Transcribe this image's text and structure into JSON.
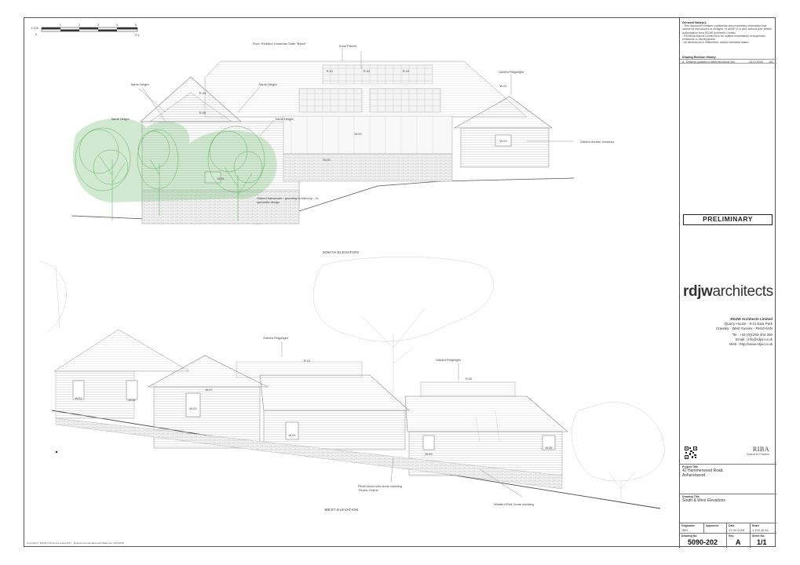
{
  "scale_bar": {
    "ratio_label": "1:100",
    "zero": "0",
    "top_tick_labels": [
      "1",
      "2",
      "3",
      "4",
      "5"
    ],
    "bottom_tick_labels": [
      "0.1"
    ]
  },
  "south": {
    "title": "SOUTH ELEVATION",
    "labels": {
      "roof_note": "Roof: Redland Cambrian Slate \"Black\"",
      "solar": "Solar Panels",
      "gabled_roof": "Gabled Ridgelight",
      "same1": "Same Height",
      "same2": "Same Height",
      "same3": "Same Height",
      "same4": "Same Height",
      "windows": "Gabled dormer windows",
      "glazed": "Glazed balustrade / guarding to balcony – to specialist design",
      "ref_r1": "R.01",
      "ref_r2": "R.02",
      "ref_r3": "R.03",
      "ref_r4": "R.04",
      "ref_r5": "R.05",
      "ref_w1": "W.01",
      "ref_w2": "W.02",
      "ref_w3": "W.03",
      "ref_w4": "W.04",
      "ref_w5": "W.05"
    }
  },
  "west": {
    "title": "WEST ELEVATION",
    "labels": {
      "gabled1": "Gabled Ridgelight",
      "gabled2": "Gabled Ridgelight",
      "plinth": "Plinth faced with stone cladding \"Rustic Grains\"",
      "cedar": "Western Red Cedar cladding",
      "w1": "W.01",
      "w2": "W.02",
      "w3": "W.03",
      "w4": "W.04",
      "w5": "W.05",
      "w6": "W.06",
      "w7": "W.07",
      "r1": "R.01",
      "r2": "R.02"
    }
  },
  "titleblock": {
    "notes_head": "General Note(s):",
    "notes": [
      "- This document contains confidential and proprietary information that cannot be reproduced or divulged, in whole or in part, without prior written authorisation from RDJW Architects Limited.",
      "- RDJW Architects Limited is to be notified immediately of suspected omissions or discrepancies.",
      "- All dimensions in millimetres, unless otherwise stated."
    ],
    "revision_head": "Drawing Revision History:",
    "revision": {
      "rev": "A",
      "desc": "Drawing updated to latest structural info.",
      "date": "18.12.2018",
      "by": "JAC"
    },
    "status": "PRELIMINARY",
    "logo_bold": "rdjw",
    "logo_light": "architects",
    "company_name": "RDJW Architects Limited",
    "address1": "Quarry House · 9-11 East Park",
    "address2": "Crawley · West Sussex · RH10 6AN",
    "tel": "Tel : +44 (0)1293 404 300",
    "email": "Email : info@rdjw.co.uk",
    "web": "Web : http://www.rdjw.co.uk",
    "riba_title": "RIBA",
    "riba_sub": "Chartered Practice",
    "project_head": "Project Title",
    "project_line1": "42 Hammerwood Road,",
    "project_line2": "Ashurstwood",
    "drawing_head": "Drawing Title",
    "drawing_title": "South & West Elevations",
    "originator_head": "Originator",
    "originator": "JMG",
    "approved_head": "Approved",
    "approved": "",
    "date_head": "Date",
    "date": "12.04.2018",
    "scale_head": "Scale",
    "scale": "1:100 @ A1",
    "drawing_no_head": "Drawing No.",
    "drawing_no": "5090-202",
    "rev_head": "Rev.",
    "rev": "A",
    "sheet_head": "Sheet No.",
    "sheet": "1/1",
    "copyright": "Copyright © RDJW Architects Limited 2017 · Registered in England and Wales No. 09733156"
  }
}
